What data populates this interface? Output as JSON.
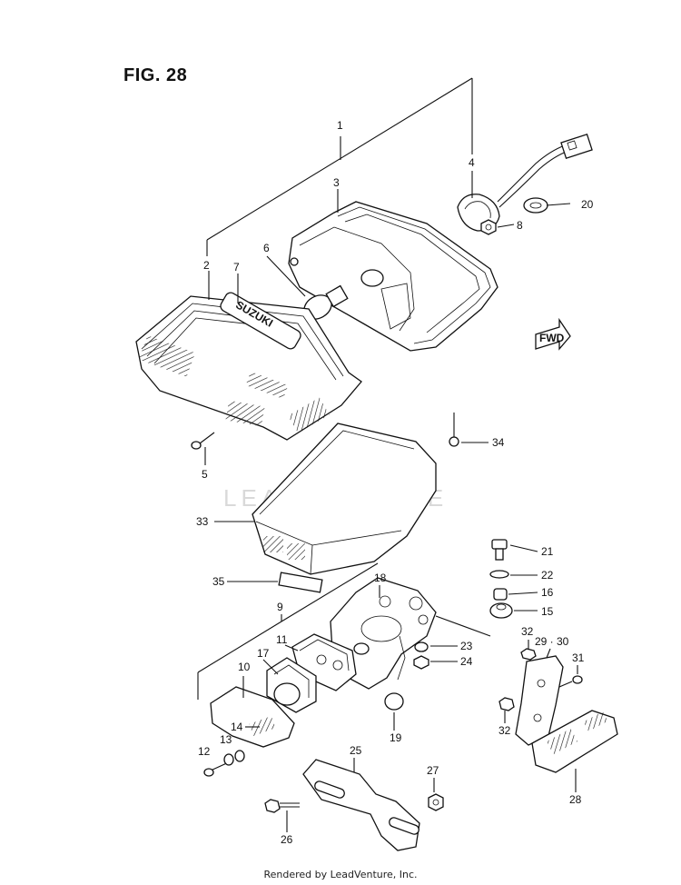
{
  "figure": {
    "title": "FIG. 28",
    "footer": "Rendered by LeadVenture, Inc.",
    "watermark": "LEADVENTURE"
  },
  "callouts": [
    {
      "id": "1",
      "label": "1"
    },
    {
      "id": "2",
      "label": "2"
    },
    {
      "id": "3",
      "label": "3"
    },
    {
      "id": "4",
      "label": "4"
    },
    {
      "id": "5",
      "label": "5"
    },
    {
      "id": "6",
      "label": "6"
    },
    {
      "id": "7",
      "label": "7"
    },
    {
      "id": "8",
      "label": "8"
    },
    {
      "id": "9",
      "label": "9"
    },
    {
      "id": "10",
      "label": "10"
    },
    {
      "id": "11",
      "label": "11"
    },
    {
      "id": "12",
      "label": "12"
    },
    {
      "id": "13",
      "label": "13"
    },
    {
      "id": "14",
      "label": "14"
    },
    {
      "id": "15",
      "label": "15"
    },
    {
      "id": "16",
      "label": "16"
    },
    {
      "id": "17",
      "label": "17"
    },
    {
      "id": "18",
      "label": "18"
    },
    {
      "id": "19",
      "label": "19"
    },
    {
      "id": "20",
      "label": "20"
    },
    {
      "id": "21",
      "label": "21"
    },
    {
      "id": "22",
      "label": "22"
    },
    {
      "id": "23",
      "label": "23"
    },
    {
      "id": "24",
      "label": "24"
    },
    {
      "id": "25",
      "label": "25"
    },
    {
      "id": "26",
      "label": "26"
    },
    {
      "id": "27",
      "label": "27"
    },
    {
      "id": "28",
      "label": "28"
    },
    {
      "id": "29-30",
      "label": "29 · 30"
    },
    {
      "id": "31",
      "label": "31"
    },
    {
      "id": "32a",
      "label": "32"
    },
    {
      "id": "32b",
      "label": "32"
    },
    {
      "id": "33",
      "label": "33"
    },
    {
      "id": "34",
      "label": "34"
    },
    {
      "id": "35",
      "label": "35"
    }
  ],
  "lens_brand": "SUZUKI",
  "fwd_marker": "FWD"
}
